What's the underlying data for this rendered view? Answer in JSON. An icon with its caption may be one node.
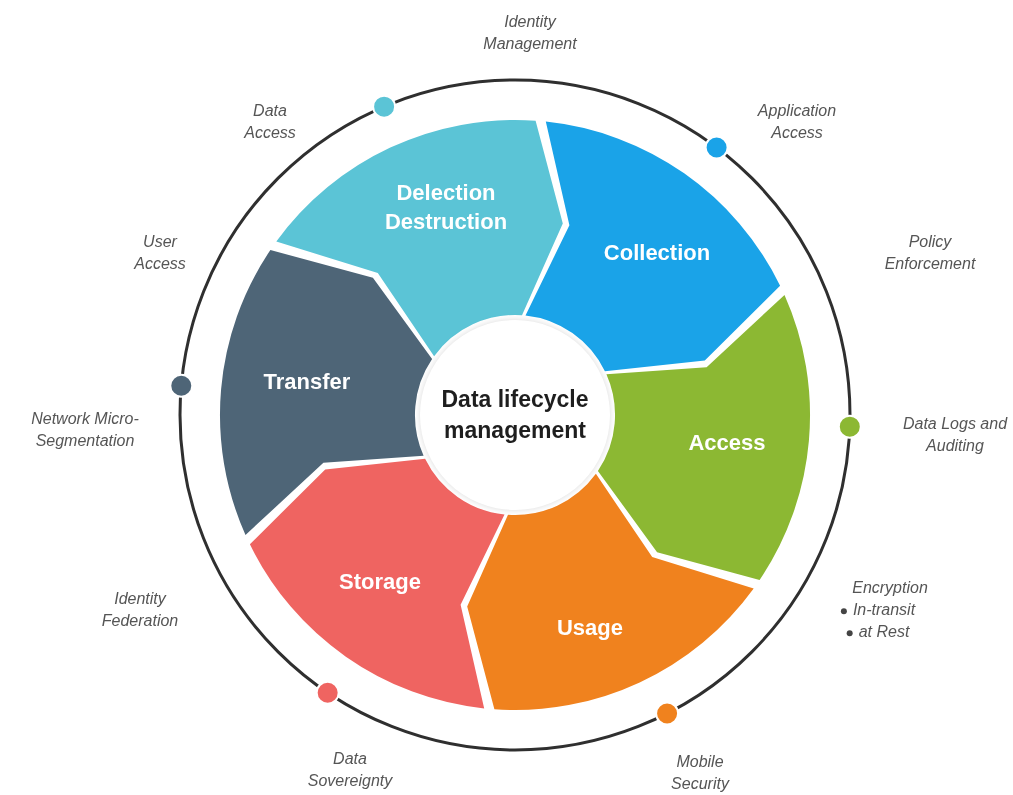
{
  "diagram": {
    "nodes": [
      {
        "text": [
          "Data lifecycle management"
        ]
      },
      {
        "text": [
          "Collection"
        ]
      },
      {
        "text": [
          "Access"
        ]
      },
      {
        "text": [
          "Usage"
        ]
      },
      {
        "text": [
          "Storage"
        ]
      },
      {
        "text": [
          "Transfer"
        ]
      },
      {
        "text": [
          "Delection Destruction"
        ]
      }
    ],
    "labels": [
      "Identity Management",
      "Data Access",
      "Application Access",
      "User Access",
      "Policy Enforcement",
      "Network Micro-Segmentation",
      "Data Logs and Auditing",
      "Identity Federation",
      "Encryption",
      "In-transit",
      "at Rest",
      "Data Sovereignty",
      "Mobile Security"
    ]
  }
}
